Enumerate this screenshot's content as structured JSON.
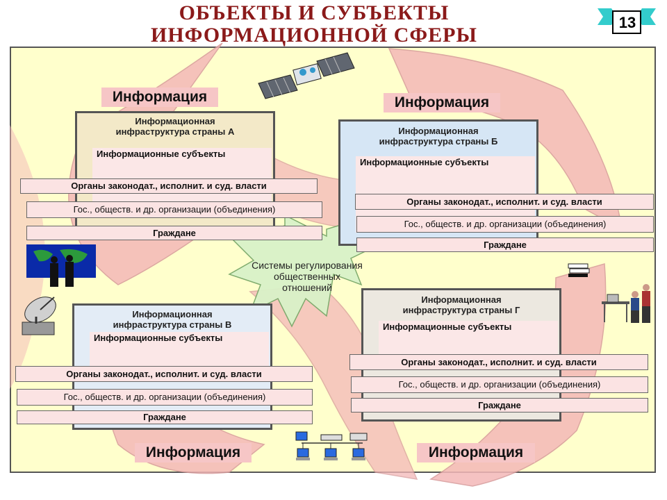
{
  "title": {
    "line1": "ОБЪЕКТЫ И СУБЪЕКТЫ",
    "line2": "ИНФОРМАЦИОННОЙ СФЕРЫ"
  },
  "slide_number": "13",
  "info_label": "Информация",
  "center_label": "Системы регулирования общественных отношений",
  "panels": [
    {
      "title_l1": "Информационная",
      "title_l2": "инфраструктура страны А"
    },
    {
      "title_l1": "Информационная",
      "title_l2": "инфраструктура страны Б"
    },
    {
      "title_l1": "Информационная",
      "title_l2": "инфраструктура страны В"
    },
    {
      "title_l1": "Информационная",
      "title_l2": "инфраструктура страны Г"
    }
  ],
  "subjects_label": "Информационные субъекты",
  "rows": {
    "authorities": "Органы законодат., исполнит. и суд. власти",
    "organizations": "Гос., обществ.  и др. организации (объединения)",
    "citizens": "Граждане"
  },
  "colors": {
    "title": "#8b1a1a",
    "frame_bg": "#ffffcc",
    "petal": "#f4b8b8",
    "center_arrows": "#d9f2c8",
    "panel_b": "#d6e6f5"
  }
}
